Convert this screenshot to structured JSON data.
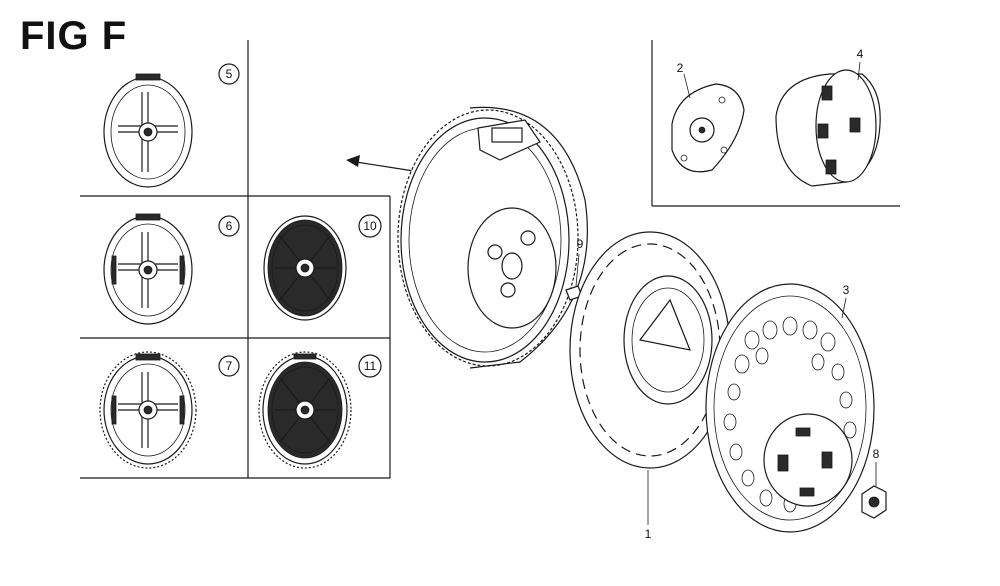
{
  "figure": {
    "title": "FIG F"
  },
  "callouts": {
    "c1": "1",
    "c2": "2",
    "c3": "3",
    "c4": "4",
    "c5": "5",
    "c6": "6",
    "c7": "7",
    "c8": "8",
    "c9": "9",
    "c10": "10",
    "c11": "11"
  },
  "colors": {
    "line": "#1a1a1a",
    "background": "#ffffff"
  }
}
